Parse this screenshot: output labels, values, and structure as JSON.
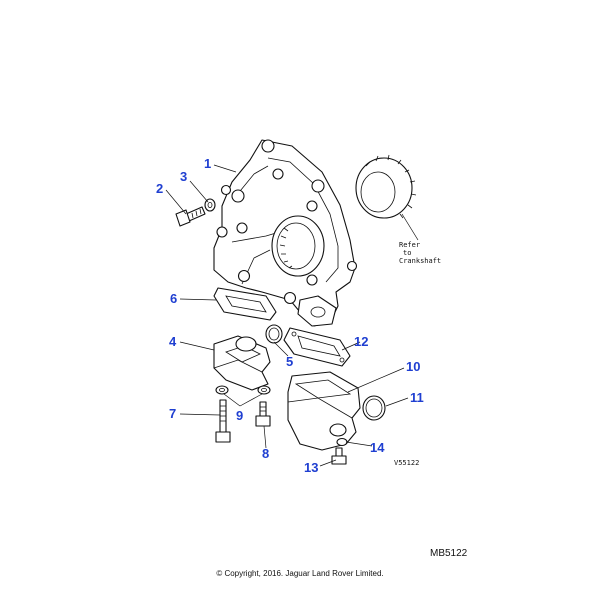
{
  "callouts": {
    "c1": "1",
    "c2": "2",
    "c3": "3",
    "c4": "4",
    "c5": "5",
    "c6": "6",
    "c7": "7",
    "c8": "8",
    "c9": "9",
    "c10": "10",
    "c11": "11",
    "c12": "12",
    "c13": "13",
    "c14": "14"
  },
  "note": {
    "line1": "Refer",
    "line2": "to",
    "line3": "Crankshaft"
  },
  "drawing_code": "V55122",
  "diagram_code": "MB5122",
  "copyright": "© Copyright, 2016. Jaguar Land Rover Limited.",
  "colors": {
    "callout": "#1f3fd1",
    "line": "#111111",
    "background": "#ffffff"
  }
}
